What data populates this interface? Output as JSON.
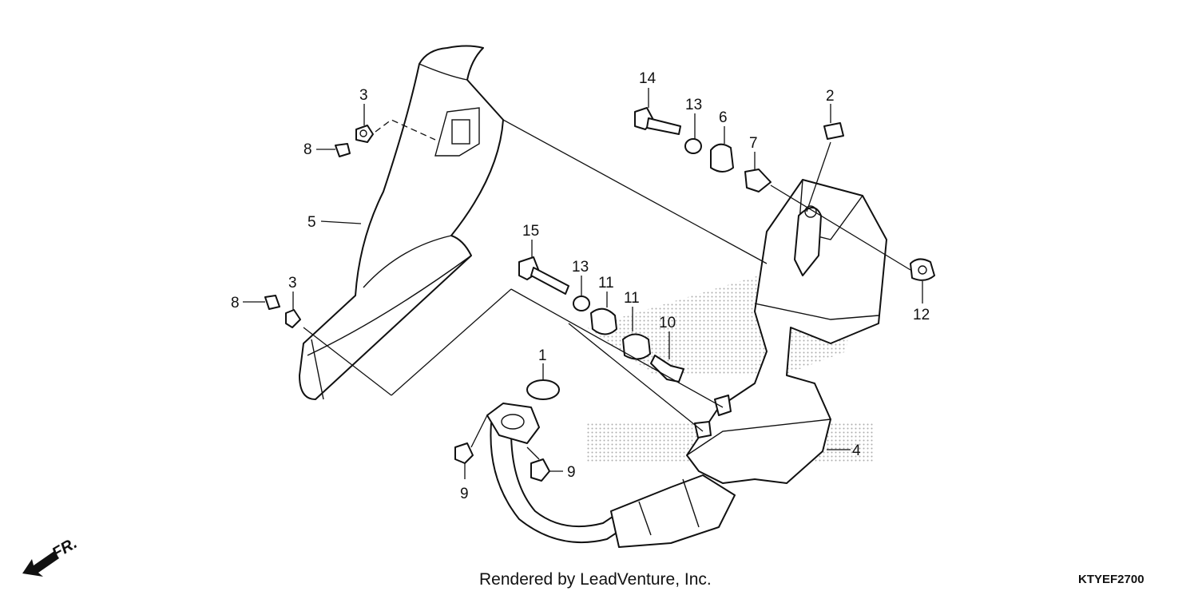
{
  "callouts": {
    "c1": "1",
    "c2": "2",
    "c3a": "3",
    "c3b": "3",
    "c4": "4",
    "c5": "5",
    "c6": "6",
    "c7": "7",
    "c8a": "8",
    "c8b": "8",
    "c9a": "9",
    "c9b": "9",
    "c10": "10",
    "c11a": "11",
    "c11b": "11",
    "c12": "12",
    "c13a": "13",
    "c13b": "13",
    "c14": "14",
    "c15": "15"
  },
  "direction": {
    "label": "FR."
  },
  "footer": {
    "credit": "Rendered by LeadVenture, Inc.",
    "code": "KTYEF2700"
  }
}
